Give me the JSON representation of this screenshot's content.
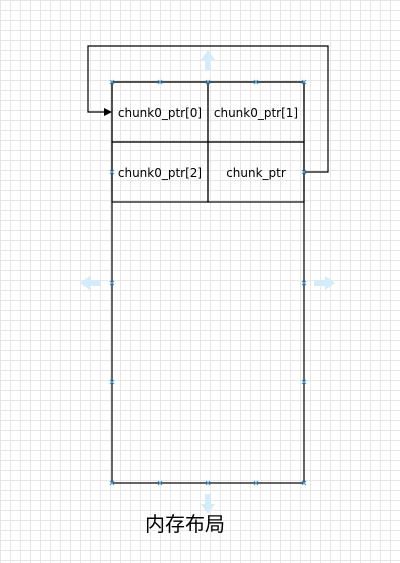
{
  "cells": [
    "chunk0_ptr[0]",
    "chunk0_ptr[1]",
    "chunk0_ptr[2]",
    "chunk_ptr"
  ],
  "caption": "内存布局",
  "colors": {
    "stroke": "#000000",
    "selection_handle": "#4a9fe0",
    "hover_arrow": "#d4ebfa",
    "grid": "#e6e6e6"
  }
}
